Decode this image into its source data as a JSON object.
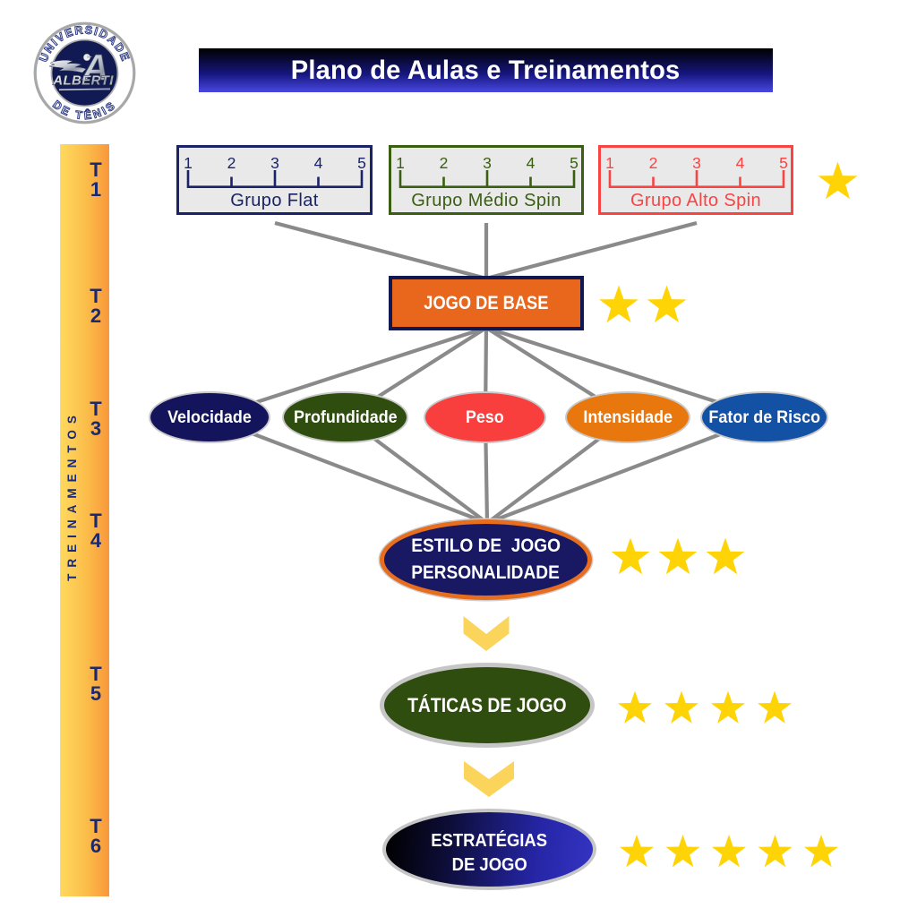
{
  "title_banner": {
    "text": "Plano de Aulas e Treinamentos"
  },
  "logo": {
    "top_text": "UNIVERSIDADE",
    "bottom_text": "DE TÊNIS",
    "brand": "ALBERTI"
  },
  "sidebar": {
    "vertical_label": "TREINAMENTOS",
    "steps": [
      {
        "line1": "T",
        "line2": "1"
      },
      {
        "line1": "T",
        "line2": "2"
      },
      {
        "line1": "T",
        "line2": "3"
      },
      {
        "line1": "T",
        "line2": "4"
      },
      {
        "line1": "T",
        "line2": "5"
      },
      {
        "line1": "T",
        "line2": "6"
      }
    ]
  },
  "groups": [
    {
      "name": "Grupo Flat",
      "color": "#1A2368",
      "ticks": [
        "1",
        "2",
        "3",
        "4",
        "5"
      ]
    },
    {
      "name": "Grupo Médio Spin",
      "color": "#3A5E12",
      "ticks": [
        "1",
        "2",
        "3",
        "4",
        "5"
      ]
    },
    {
      "name": "Grupo Alto Spin",
      "color": "#F94444",
      "ticks": [
        "1",
        "2",
        "3",
        "4",
        "5"
      ]
    }
  ],
  "nodes": {
    "base": {
      "label": "JOGO DE BASE"
    },
    "factors": [
      {
        "label": "Velocidade",
        "color": "#14145C"
      },
      {
        "label": "Profundidade",
        "color": "#2F4D0E"
      },
      {
        "label": "Peso",
        "color": "#F93E3E"
      },
      {
        "label": "Intensidade",
        "color": "#E8780D"
      },
      {
        "label": "Fator de Risco",
        "color": "#1351A5"
      }
    ],
    "estilo": {
      "line1": "ESTILO DE  JOGO",
      "line2": "PERSONALIDADE"
    },
    "taticas": {
      "label": "TÁTICAS DE JOGO"
    },
    "estrategias": {
      "line1": "ESTRATÉGIAS",
      "line2": "DE JOGO"
    }
  },
  "ratings": {
    "star_color": "#FFD407",
    "rows": [
      {
        "level": "T1",
        "stars": 1
      },
      {
        "level": "T2",
        "stars": 2
      },
      {
        "level": "T4",
        "stars": 3
      },
      {
        "level": "T5",
        "stars": 4
      },
      {
        "level": "T6",
        "stars": 5
      }
    ]
  },
  "colors": {
    "connector": "#8A8A8A",
    "chevron": "#FBD45C",
    "banner_top": "#000000",
    "banner_bottom": "#4646DD",
    "sidebar_left": "#FFDA5E",
    "sidebar_right": "#F8973B"
  }
}
